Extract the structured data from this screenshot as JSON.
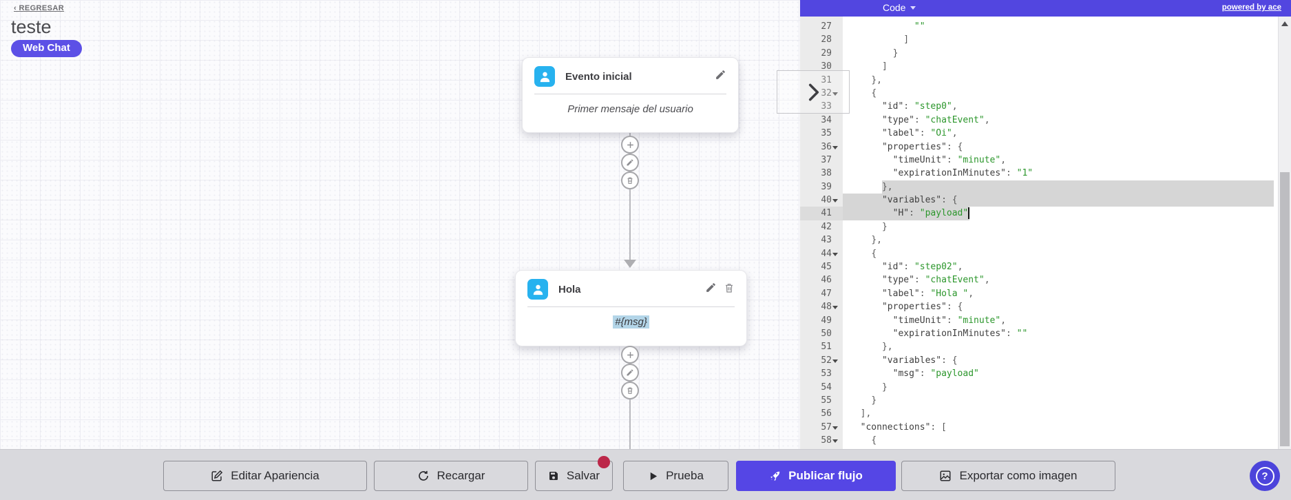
{
  "app": {
    "back_link": "‹ REGRESAR",
    "flow_title": "teste",
    "channel_badge": "Web Chat"
  },
  "canvas": {
    "nodes": [
      {
        "title": "Evento inicial",
        "body": "Primer mensaje del usuario",
        "icon": "user-icon",
        "actions": [
          "edit"
        ],
        "body_highlighted": false
      },
      {
        "title": "Hola",
        "body": "#{msg}",
        "icon": "user-icon",
        "actions": [
          "edit",
          "delete"
        ],
        "body_highlighted": true
      }
    ],
    "connector_actions": [
      "add",
      "edit",
      "delete"
    ]
  },
  "code_panel": {
    "mode_label": "Code",
    "powered_by": "powered by ace",
    "lines": [
      {
        "n": 27,
        "i": 12,
        "t": [
          [
            "s",
            "\"\""
          ]
        ]
      },
      {
        "n": 28,
        "i": 10,
        "t": [
          [
            "p",
            "]"
          ]
        ]
      },
      {
        "n": 29,
        "i": 8,
        "t": [
          [
            "p",
            "}"
          ]
        ]
      },
      {
        "n": 30,
        "i": 6,
        "t": [
          [
            "p",
            "]"
          ]
        ]
      },
      {
        "n": 31,
        "i": 4,
        "t": [
          [
            "p",
            "},"
          ]
        ]
      },
      {
        "n": 32,
        "i": 4,
        "t": [
          [
            "p",
            "{"
          ]
        ],
        "fold": true
      },
      {
        "n": 33,
        "i": 6,
        "t": [
          [
            "k",
            "\"id\""
          ],
          [
            "p",
            ": "
          ],
          [
            "s",
            "\"step0\""
          ],
          [
            "p",
            ","
          ]
        ]
      },
      {
        "n": 34,
        "i": 6,
        "t": [
          [
            "k",
            "\"type\""
          ],
          [
            "p",
            ": "
          ],
          [
            "s",
            "\"chatEvent\""
          ],
          [
            "p",
            ","
          ]
        ]
      },
      {
        "n": 35,
        "i": 6,
        "t": [
          [
            "k",
            "\"label\""
          ],
          [
            "p",
            ": "
          ],
          [
            "s",
            "\"Oi\""
          ],
          [
            "p",
            ","
          ]
        ]
      },
      {
        "n": 36,
        "i": 6,
        "t": [
          [
            "k",
            "\"properties\""
          ],
          [
            "p",
            ": {"
          ]
        ],
        "fold": true
      },
      {
        "n": 37,
        "i": 8,
        "t": [
          [
            "k",
            "\"timeUnit\""
          ],
          [
            "p",
            ": "
          ],
          [
            "s",
            "\"minute\""
          ],
          [
            "p",
            ","
          ]
        ]
      },
      {
        "n": 38,
        "i": 8,
        "t": [
          [
            "k",
            "\"expirationInMinutes\""
          ],
          [
            "p",
            ": "
          ],
          [
            "s",
            "\"1\""
          ]
        ]
      },
      {
        "n": 39,
        "i": 6,
        "t": [
          [
            "p",
            "},"
          ]
        ],
        "sel": "tail"
      },
      {
        "n": 40,
        "i": 6,
        "t": [
          [
            "k",
            "\"variables\""
          ],
          [
            "p",
            ": {"
          ]
        ],
        "fold": true,
        "sel": "full"
      },
      {
        "n": 41,
        "i": 8,
        "t": [
          [
            "k",
            "\"H\""
          ],
          [
            "p",
            ": "
          ],
          [
            "s",
            "\"payload\""
          ]
        ],
        "sel": "head",
        "cursor": 22,
        "active": true
      },
      {
        "n": 42,
        "i": 6,
        "t": [
          [
            "p",
            "}"
          ]
        ]
      },
      {
        "n": 43,
        "i": 4,
        "t": [
          [
            "p",
            "},"
          ]
        ]
      },
      {
        "n": 44,
        "i": 4,
        "t": [
          [
            "p",
            "{"
          ]
        ],
        "fold": true
      },
      {
        "n": 45,
        "i": 6,
        "t": [
          [
            "k",
            "\"id\""
          ],
          [
            "p",
            ": "
          ],
          [
            "s",
            "\"step02\""
          ],
          [
            "p",
            ","
          ]
        ]
      },
      {
        "n": 46,
        "i": 6,
        "t": [
          [
            "k",
            "\"type\""
          ],
          [
            "p",
            ": "
          ],
          [
            "s",
            "\"chatEvent\""
          ],
          [
            "p",
            ","
          ]
        ]
      },
      {
        "n": 47,
        "i": 6,
        "t": [
          [
            "k",
            "\"label\""
          ],
          [
            "p",
            ": "
          ],
          [
            "s",
            "\"Hola \""
          ],
          [
            "p",
            ","
          ]
        ]
      },
      {
        "n": 48,
        "i": 6,
        "t": [
          [
            "k",
            "\"properties\""
          ],
          [
            "p",
            ": {"
          ]
        ],
        "fold": true
      },
      {
        "n": 49,
        "i": 8,
        "t": [
          [
            "k",
            "\"timeUnit\""
          ],
          [
            "p",
            ": "
          ],
          [
            "s",
            "\"minute\""
          ],
          [
            "p",
            ","
          ]
        ]
      },
      {
        "n": 50,
        "i": 8,
        "t": [
          [
            "k",
            "\"expirationInMinutes\""
          ],
          [
            "p",
            ": "
          ],
          [
            "s",
            "\"\""
          ]
        ]
      },
      {
        "n": 51,
        "i": 6,
        "t": [
          [
            "p",
            "},"
          ]
        ]
      },
      {
        "n": 52,
        "i": 6,
        "t": [
          [
            "k",
            "\"variables\""
          ],
          [
            "p",
            ": {"
          ]
        ],
        "fold": true
      },
      {
        "n": 53,
        "i": 8,
        "t": [
          [
            "k",
            "\"msg\""
          ],
          [
            "p",
            ": "
          ],
          [
            "s",
            "\"payload\""
          ]
        ]
      },
      {
        "n": 54,
        "i": 6,
        "t": [
          [
            "p",
            "}"
          ]
        ]
      },
      {
        "n": 55,
        "i": 4,
        "t": [
          [
            "p",
            "}"
          ]
        ]
      },
      {
        "n": 56,
        "i": 2,
        "t": [
          [
            "p",
            "],"
          ]
        ]
      },
      {
        "n": 57,
        "i": 2,
        "t": [
          [
            "k",
            "\"connections\""
          ],
          [
            "p",
            ": ["
          ]
        ],
        "fold": true
      },
      {
        "n": 58,
        "i": 4,
        "t": [
          [
            "p",
            "{"
          ]
        ],
        "fold": true
      }
    ]
  },
  "toolbar": {
    "buttons": [
      {
        "label": "Editar Apariencia",
        "icon": "edit-square-icon"
      },
      {
        "label": "Recargar",
        "icon": "refresh-icon"
      },
      {
        "label": "Salvar",
        "icon": "save-icon",
        "badge_dot": true
      },
      {
        "label": "Prueba",
        "icon": "play-icon"
      },
      {
        "label": "Publicar flujo",
        "icon": "rocket-icon",
        "style": "primary"
      },
      {
        "label": "Exportar como imagen",
        "icon": "image-icon"
      }
    ]
  },
  "help_button": {
    "label": "?"
  },
  "colors": {
    "accent": "#5246E0",
    "badge": "#5C50E6",
    "primary_button": "#5546E5",
    "node_icon_cyan": "#27B2EF",
    "code_string_green": "#2B962B",
    "code_key": "#3F3F3F",
    "selection_gray": "#D6D6D6",
    "text_highlight_blue": "#B3D5E8",
    "red_dot": "#BC2749"
  }
}
